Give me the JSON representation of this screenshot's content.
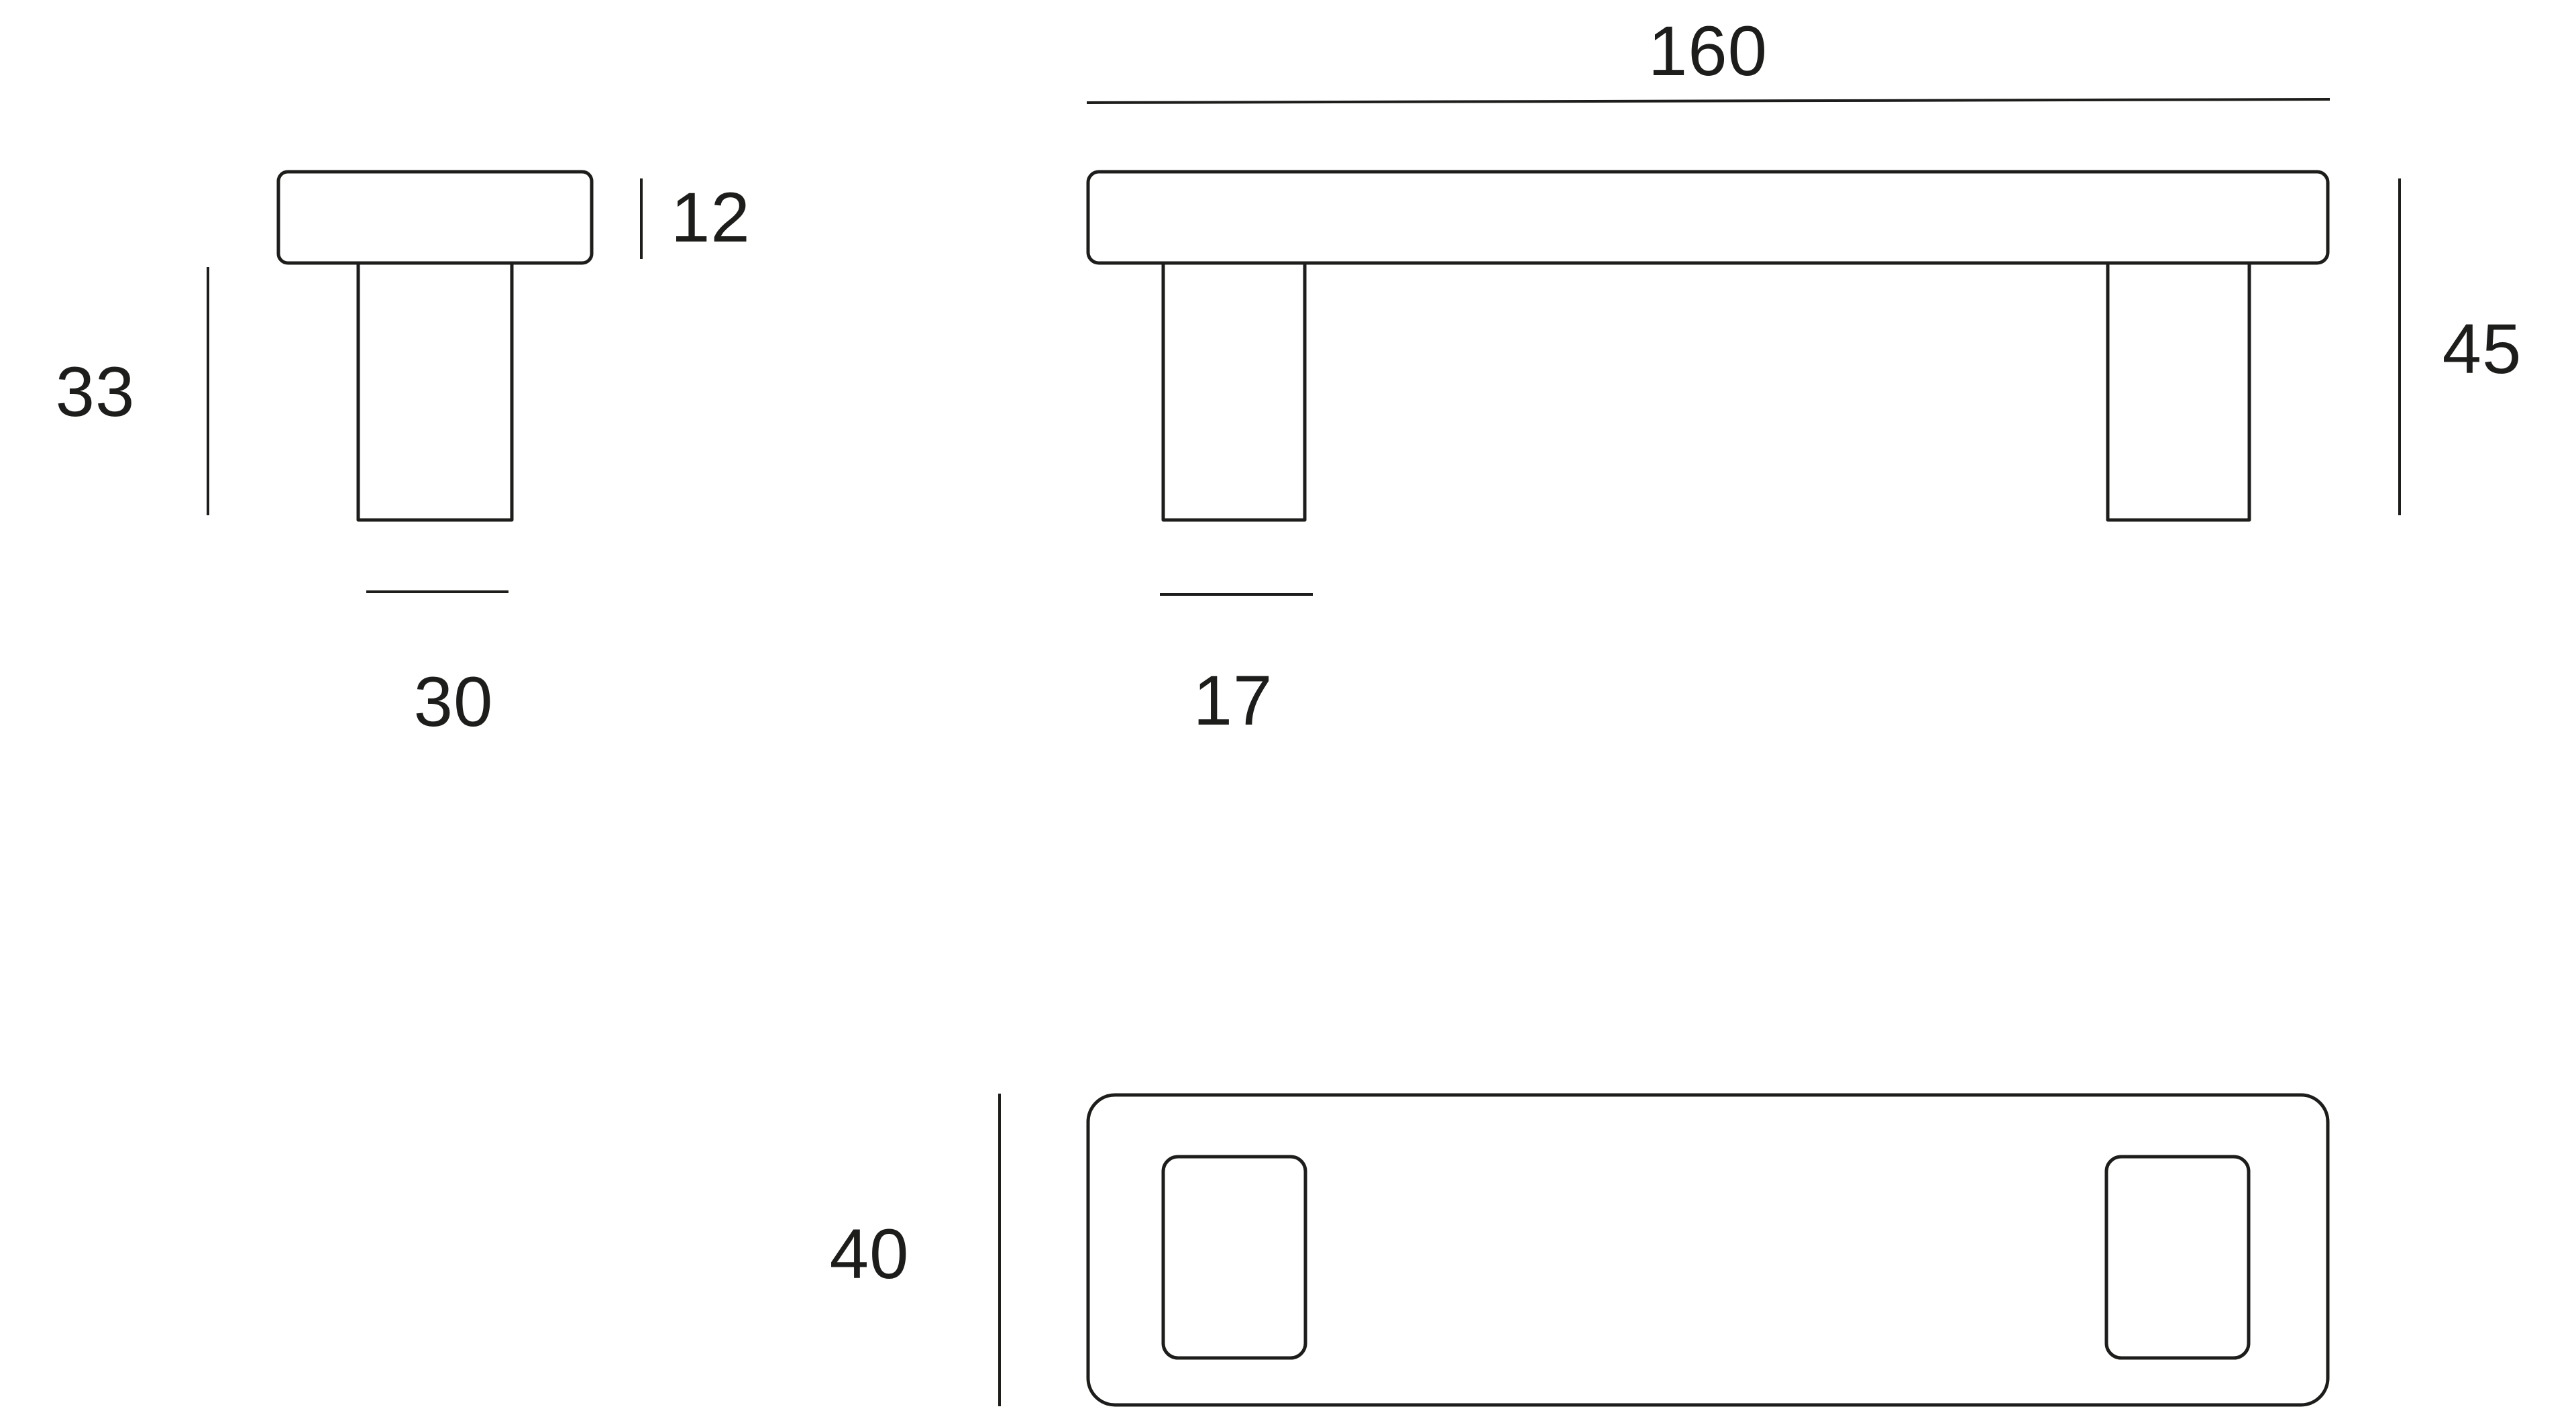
{
  "page": {
    "background": "#ffffff"
  },
  "drawing": {
    "stroke_color": "#1d1d1b",
    "type": "technical-dimension-drawing",
    "views": {
      "side_view": {
        "cap_thickness_label": "12",
        "stem_height_label": "33",
        "cap_width_label": "30"
      },
      "front_view": {
        "length_label": "160",
        "overall_height_label": "45",
        "leg_width_label": "17"
      },
      "top_view": {
        "depth_label": "40"
      }
    },
    "values": {
      "length": 160,
      "overall_height": 45,
      "depth": 40,
      "cap_thickness": 12,
      "stem_height": 33,
      "cap_width": 30,
      "leg_width": 17
    }
  }
}
